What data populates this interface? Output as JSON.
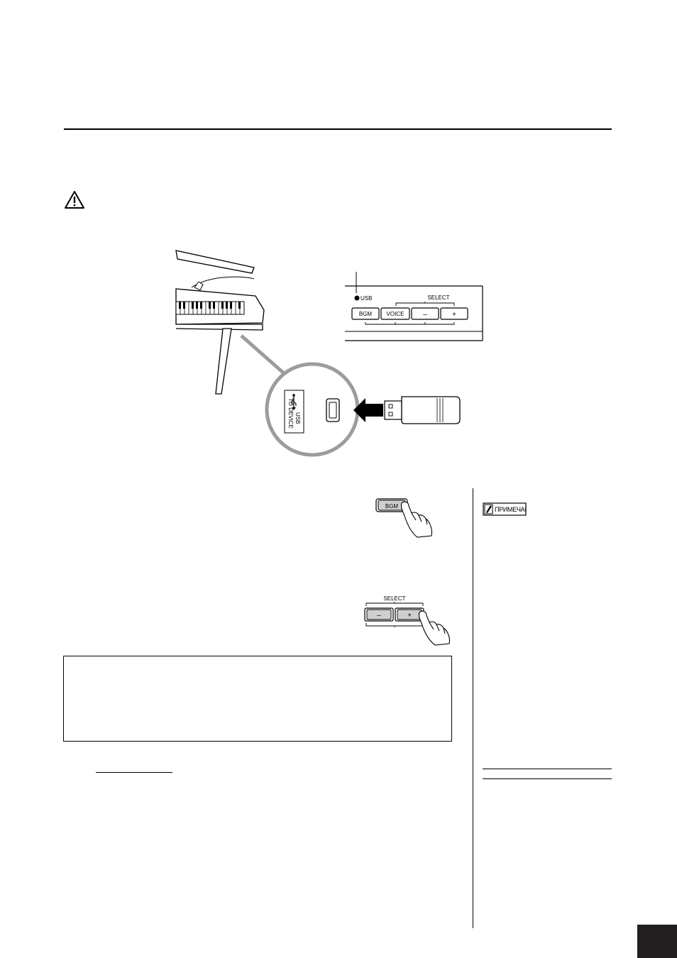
{
  "panel": {
    "usb_indicator": "USB",
    "select_label": "SELECT",
    "buttons": {
      "bgm": "BGM",
      "voice": "VOICE",
      "minus": "–",
      "plus": "+"
    }
  },
  "port": {
    "label_line1": "USB",
    "label_line2": "TO DEVICE"
  },
  "note": {
    "label": "ПРИМЕЧАНИЕ"
  },
  "bgm_figure": {
    "button": "BGM"
  },
  "select_figure": {
    "label": "SELECT",
    "minus": "–",
    "plus": "+"
  },
  "icons": [
    "warning-icon",
    "note-pencil-icon",
    "usb-symbol-icon",
    "arrow-icon",
    "hand-icon"
  ]
}
